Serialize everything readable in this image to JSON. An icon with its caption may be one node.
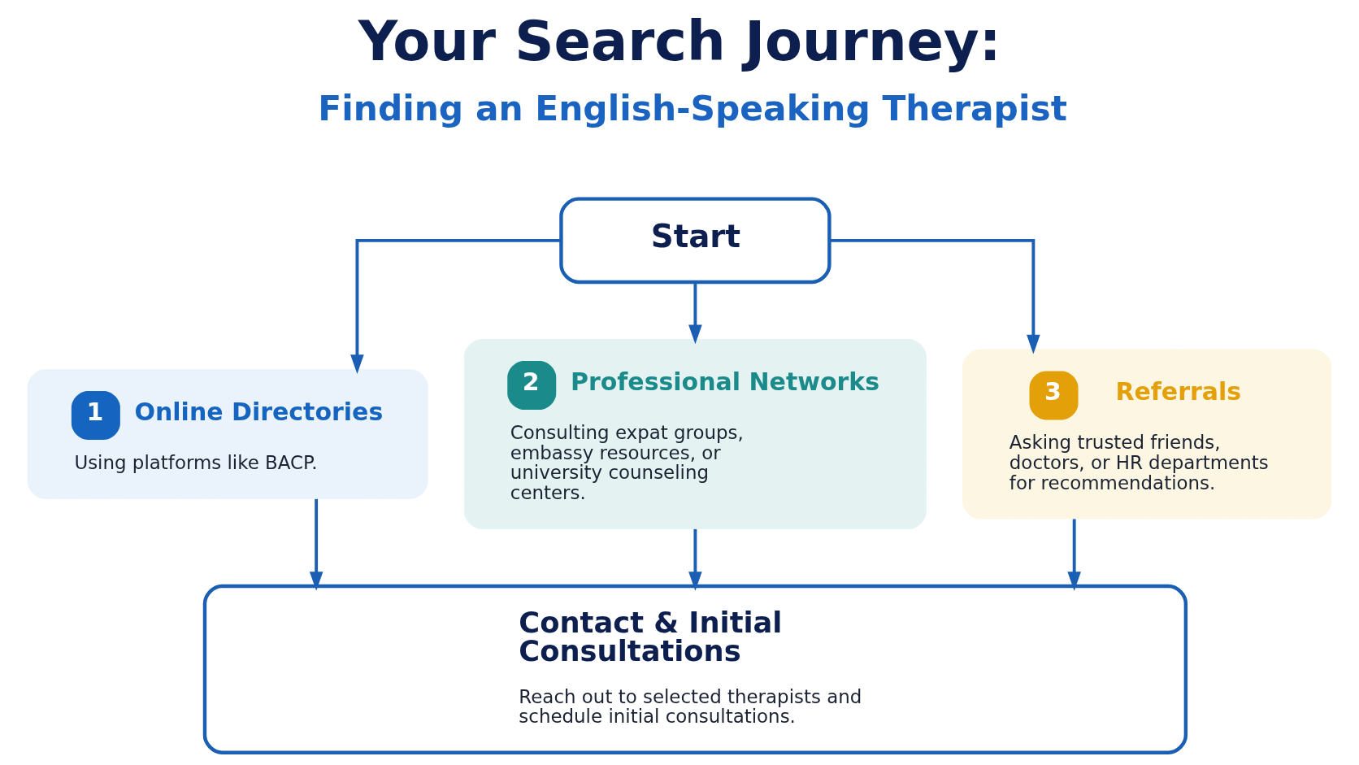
{
  "diagram": {
    "title": "Your Search Journey:",
    "nodes": [
      {
        "text": [
          "Start"
        ]
      },
      {
        "text": [
          "1",
          "Online Directories",
          "Using platforms like BACP."
        ]
      },
      {
        "text": [
          "2",
          "Professional Networks",
          "Consulting expat groups, embassy resources, or university counseling centers."
        ]
      },
      {
        "text": [
          "3",
          "Referrals",
          "Asking trusted friends, doctors, or HR departments for recommendations."
        ]
      },
      {
        "text": [
          "Contact & Initial Consultations",
          "Reach out to selected therapists and schedule initial consultations."
        ]
      }
    ],
    "edges": [
      {
        "from": 0,
        "to": 1,
        "arrow": "to"
      },
      {
        "from": 0,
        "to": 2,
        "arrow": "to"
      },
      {
        "from": 0,
        "to": 3,
        "arrow": "to"
      },
      {
        "from": 1,
        "to": 4,
        "arrow": "to"
      },
      {
        "from": 2,
        "to": 4,
        "arrow": "to"
      },
      {
        "from": 3,
        "to": 4,
        "arrow": "to"
      }
    ],
    "labels": [
      "Finding an English-Speaking Therapist"
    ]
  }
}
